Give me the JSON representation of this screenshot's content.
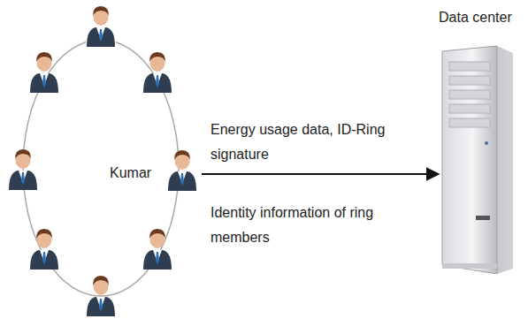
{
  "diagram": {
    "nodes": [
      {
        "text": [
          "Kumar"
        ]
      },
      {
        "text": [
          "Data center"
        ]
      }
    ],
    "edges": [
      {
        "from": 0,
        "to": 1,
        "arrow": "to",
        "label": "Energy usage data, ID-Ring signature"
      }
    ],
    "labels": [
      "Identity information of ring members"
    ]
  }
}
